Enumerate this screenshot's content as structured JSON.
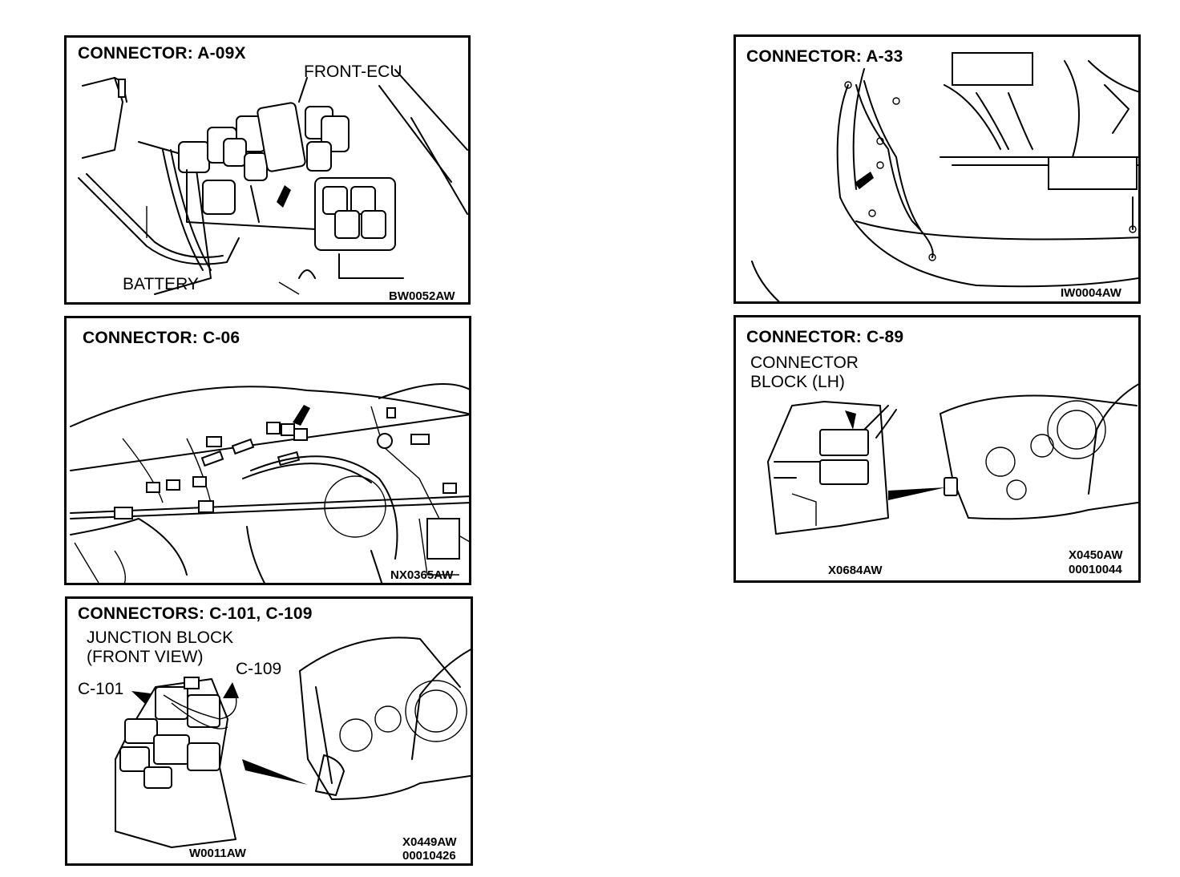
{
  "panels": [
    {
      "title": "CONNECTOR: A-09X",
      "labels": [
        "FRONT-ECU",
        "BATTERY"
      ],
      "codes": [
        "BW0052AW"
      ]
    },
    {
      "title": "CONNECTOR: C-06",
      "labels": [],
      "codes": [
        "NX0365AW"
      ]
    },
    {
      "title": "CONNECTORS: C-101, C-109",
      "labels": [
        "JUNCTION BLOCK",
        "(FRONT VIEW)",
        "C-109",
        "C-101"
      ],
      "codes": [
        "W0011AW",
        "X0449AW",
        "00010426"
      ]
    },
    {
      "title": "CONNECTOR: A-33",
      "labels": [],
      "codes": [
        "IW0004AW"
      ]
    },
    {
      "title": "CONNECTOR: C-89",
      "labels": [
        "CONNECTOR",
        "BLOCK (LH)"
      ],
      "codes": [
        "X0684AW",
        "X0450AW",
        "00010044"
      ]
    }
  ]
}
